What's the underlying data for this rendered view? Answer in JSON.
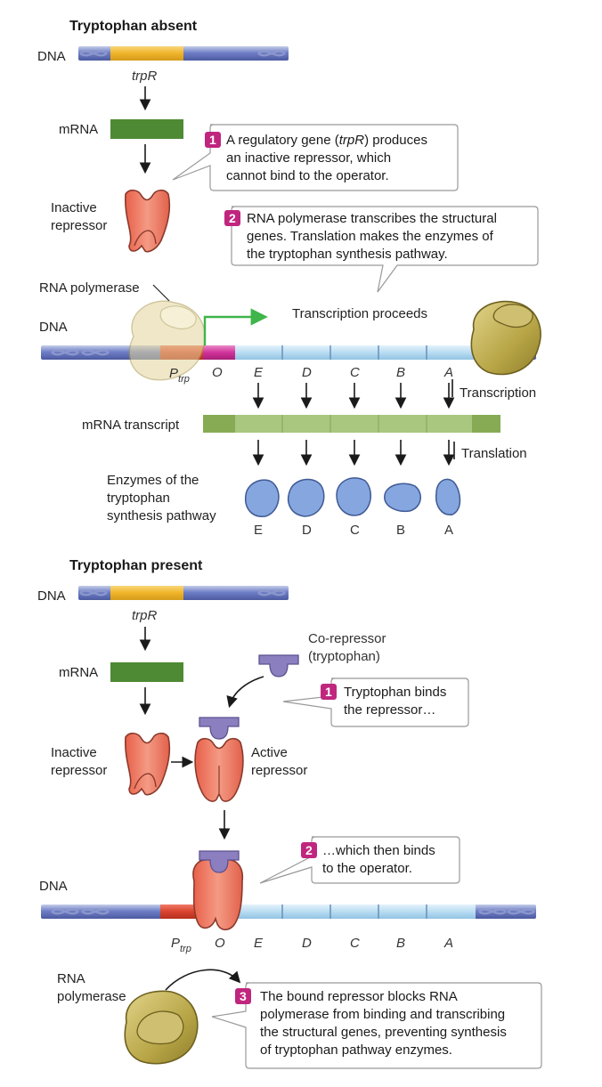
{
  "top": {
    "title": "Tryptophan absent",
    "dna_label": "DNA",
    "gene": "trpR",
    "mrna_label": "mRNA",
    "repressor_label": [
      "Inactive",
      "repressor"
    ],
    "rna_pol_label": "RNA polymerase",
    "dna_label2": "DNA",
    "transcription_proceeds": "Transcription proceeds",
    "promoter": {
      "main": "P",
      "sub": "trp"
    },
    "operator": "O",
    "genes": [
      "E",
      "D",
      "C",
      "B",
      "A"
    ],
    "transcription_label": "Transcription",
    "mrna_transcript_label": "mRNA transcript",
    "translation_label": "Translation",
    "enzymes_label": [
      "Enzymes of the",
      "tryptophan",
      "synthesis pathway"
    ],
    "enzyme_names": [
      "E",
      "D",
      "C",
      "B",
      "A"
    ],
    "callout1": {
      "num": "1",
      "lines": [
        "A regulatory gene (trpR) produces",
        "an inactive repressor, which",
        "cannot bind to the operator."
      ]
    },
    "callout2": {
      "num": "2",
      "lines": [
        "RNA polymerase transcribes the structural",
        "genes. Translation makes the enzymes of",
        "the tryptophan synthesis pathway."
      ]
    }
  },
  "bottom": {
    "title": "Tryptophan present",
    "dna_label": "DNA",
    "gene": "trpR",
    "mrna_label": "mRNA",
    "corepressor_label": [
      "Co-repressor",
      "(tryptophan)"
    ],
    "inactive_label": [
      "Inactive",
      "repressor"
    ],
    "active_label": [
      "Active",
      "repressor"
    ],
    "dna_label2": "DNA",
    "promoter": {
      "main": "P",
      "sub": "trp"
    },
    "operator": "O",
    "genes": [
      "E",
      "D",
      "C",
      "B",
      "A"
    ],
    "rna_pol_label": [
      "RNA",
      "polymerase"
    ],
    "callout1": {
      "num": "1",
      "lines": [
        "Tryptophan binds",
        "the repressor…"
      ]
    },
    "callout2": {
      "num": "2",
      "lines": [
        "…which then binds",
        "to the operator."
      ]
    },
    "callout3": {
      "num": "3",
      "lines": [
        "The bound repressor blocks RNA",
        "polymerase from binding and transcribing",
        "the structural genes, preventing synthesis",
        "of tryptophan pathway enzymes."
      ]
    }
  },
  "colors": {
    "gene_yellow": "#f0b429",
    "mrna_green": "#4e8a33",
    "transcript_green": "#a9c77f",
    "promoter_red": "#d9432f",
    "operator_pink": "#d1329a",
    "gene_blue": "#b9dcf2",
    "dna_purple": "#6f7fc7",
    "enzyme_blue": "#86a6df",
    "repressor_salmon": "#ef8068",
    "corepressor_purple": "#8c7fbf",
    "polymerase_olive": "#b7a546",
    "arrow_green": "#3fb54a",
    "badge_magenta": "#c0267e"
  }
}
